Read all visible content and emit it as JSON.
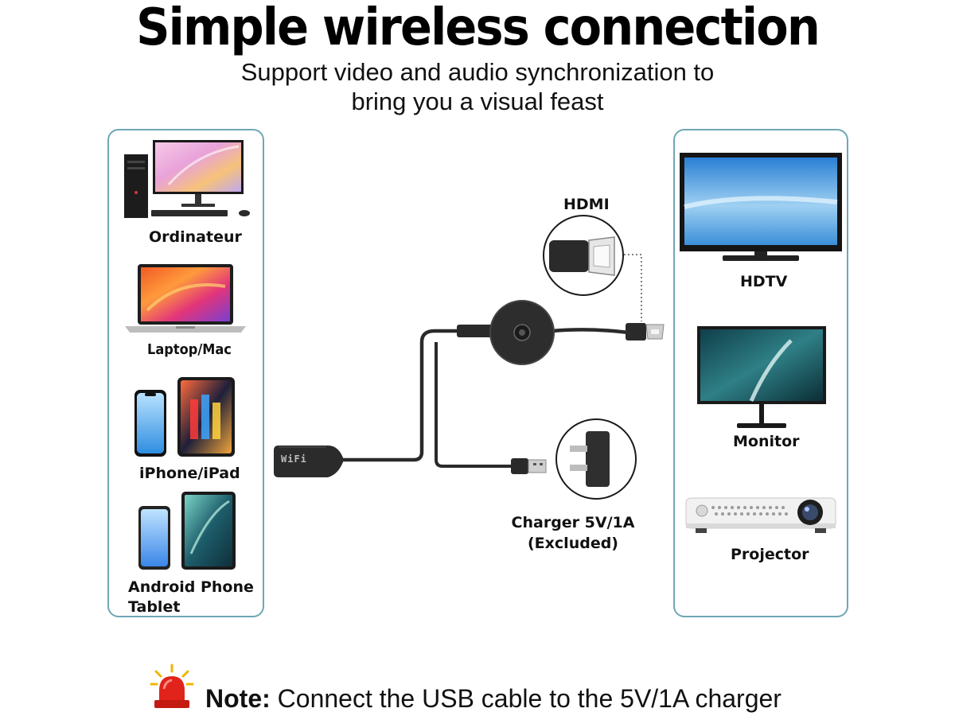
{
  "header": {
    "title": "Simple wireless connection",
    "subtitle_line1": "Support video and audio synchronization to",
    "subtitle_line2": "bring you a visual feast"
  },
  "sources": [
    {
      "label": "Ordinateur"
    },
    {
      "label": "Laptop/Mac"
    },
    {
      "label": "iPhone/iPad"
    },
    {
      "label": "Android Phone",
      "label_line2": "Tablet"
    }
  ],
  "displays": [
    {
      "label": "HDTV"
    },
    {
      "label": "Monitor"
    },
    {
      "label": "Projector"
    }
  ],
  "dongle": {
    "hdmi_label": "HDMI",
    "charger_label_line1": "Charger 5V/1A",
    "charger_label_line2": "(Excluded)",
    "wifi_marking": "WiFi"
  },
  "note": {
    "prefix": "Note:",
    "text": " Connect the USB cable to the 5V/1A charger"
  },
  "colors": {
    "panel_border": "#6fa7b5",
    "device_black": "#222222",
    "alarm_red": "#e0241b"
  }
}
